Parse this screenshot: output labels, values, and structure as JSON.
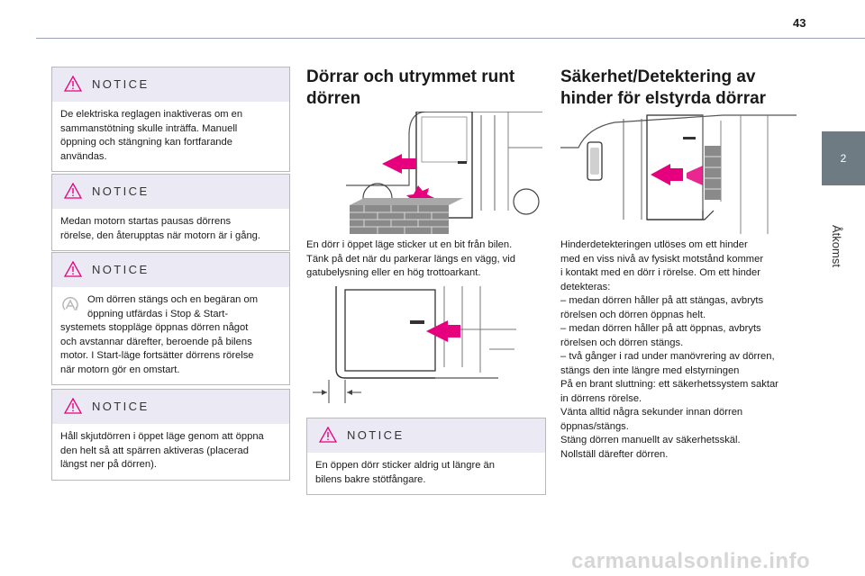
{
  "page": {
    "number": "43",
    "chapter_tab": "2",
    "chapter_title": "Åtkomst"
  },
  "notice_label": "NOTICE",
  "col1": {
    "notice1": [
      "De elektriska reglagen inaktiveras om en",
      "sammanstötning skulle inträffa. Manuell",
      "öppning och stängning kan fortfarande",
      "användas."
    ],
    "notice2": [
      "Medan motorn startas pausas dörrens",
      "rörelse, den återupptas när motorn är i gång."
    ],
    "notice3_icon": "stop-start-icon",
    "notice3_first": [
      "Om dörren stängs och en begäran om",
      "öppning utfärdas i Stop & Start-"
    ],
    "notice3_rest": [
      "systemets stoppläge öppnas dörren något",
      "och avstannar därefter, beroende på bilens",
      "motor. I Start-läge fortsätter dörrens rörelse",
      "när motorn gör en omstart."
    ],
    "notice4": [
      "Håll skjutdörren i öppet läge genom att öppna",
      "den helt så att spärren aktiveras (placerad",
      "längst ner på dörren)."
    ]
  },
  "col2": {
    "heading": [
      "Dörrar och utrymmet runt",
      "dörren"
    ],
    "para": [
      "En dörr i öppet läge sticker ut en bit från bilen.",
      "Tänk på det när du parkerar längs en vägg, vid",
      "gatubelysning eller en hög trottoarkant."
    ],
    "notice": [
      "En öppen dörr sticker aldrig ut längre än",
      "bilens bakre stötfångare."
    ]
  },
  "col3": {
    "heading": [
      "Säkerhet/Detektering av",
      "hinder för elstyrda dörrar"
    ],
    "para": [
      "Hinderdetekteringen utlöses om ett hinder",
      "med en viss nivå av fysiskt motstånd kommer",
      "i kontakt med en dörr i rörelse. Om ett hinder",
      "detekteras:",
      "–  medan dörren håller på att stängas, avbryts",
      "rörelsen och dörren öppnas helt.",
      "–  medan dörren håller på att öppnas, avbryts",
      "rörelsen och dörren stängs.",
      "–  två gånger i rad under manövrering av dörren,",
      "stängs den inte längre med elstyrningen",
      "På en brant sluttning: ett säkerhetssystem saktar",
      "in dörrens rörelse.",
      "Vänta alltid några sekunder innan dörren",
      "öppnas/stängs.",
      "Stäng dörren manuellt av säkerhetsskäl.",
      "Nollställ därefter dörren."
    ]
  },
  "watermark": "carmanualsonline.info",
  "colors": {
    "accent_arrow": "#e6007e",
    "notice_header": "#ebe9f3",
    "chapter_tab": "#6f7b83",
    "brick": "#8a8a8a"
  }
}
